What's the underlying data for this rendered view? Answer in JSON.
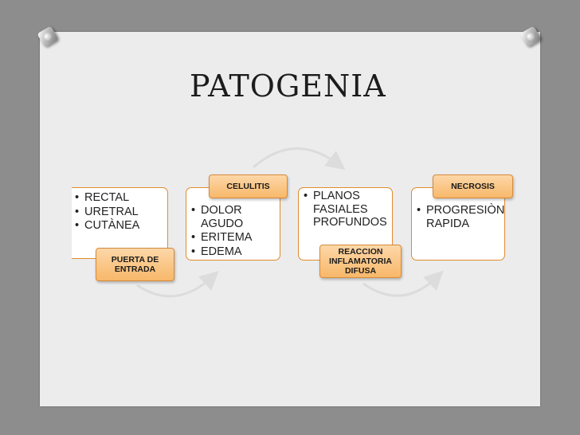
{
  "slide": {
    "title": "PATOGENIA"
  },
  "stages": [
    {
      "items": [
        "RECTAL",
        "URETRAL",
        "CUTÀNEA"
      ],
      "label": "PUERTA DE ENTRADA"
    },
    {
      "items": [
        "DOLOR AGUDO",
        "ERITEMA",
        "EDEMA"
      ],
      "label": "CELULITIS"
    },
    {
      "items": [
        "PLANOS FASIALES PROFUNDOS"
      ],
      "label": "REACCION INFLAMATORIA DIFUSA"
    },
    {
      "items": [
        "PROGRESIÒN RAPIDA"
      ],
      "label": "NECROSIS"
    }
  ],
  "colors": {
    "card_border": "#e28a2e",
    "tag_fill": "#f7b86a",
    "background": "#ececec"
  }
}
